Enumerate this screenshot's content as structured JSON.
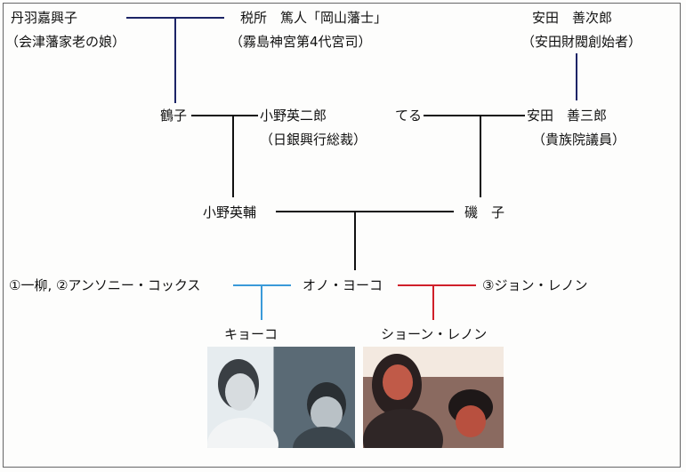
{
  "people": {
    "niwa_kakoko": "丹羽嘉興子",
    "niwa_kakoko_note": "（会津藩家老の娘）",
    "saisho_atsundo": "税所　篤人「岡山藩士」",
    "saisho_atsundo_note": "（霧島神宮第4代宮司）",
    "yasuda_zenjiro": "安田　善次郎",
    "yasuda_zenjiro_note": "（安田財閥創始者）",
    "tsuruko": "鶴子",
    "ono_eijiro": "小野英二郎",
    "ono_eijiro_note": "（日銀興行総裁）",
    "teru": "てる",
    "yasuda_zenzaburo": "安田　善三郎",
    "yasuda_zenzaburo_note": "（貴族院議員）",
    "ono_eisuke": "小野英輔",
    "isoko": "磯　子",
    "spouses_1_2": "①一柳, ②アンソニー・コックス",
    "ono_yoko": "オノ・ヨーコ",
    "spouse_3": "③ジョン・レノン",
    "kyoko": "キョーコ",
    "sean_lennon": "ショーン・レノン"
  },
  "colors": {
    "navy": "#1c2466",
    "black": "#111111",
    "blue": "#3a9ad9",
    "red": "#d0202a"
  }
}
